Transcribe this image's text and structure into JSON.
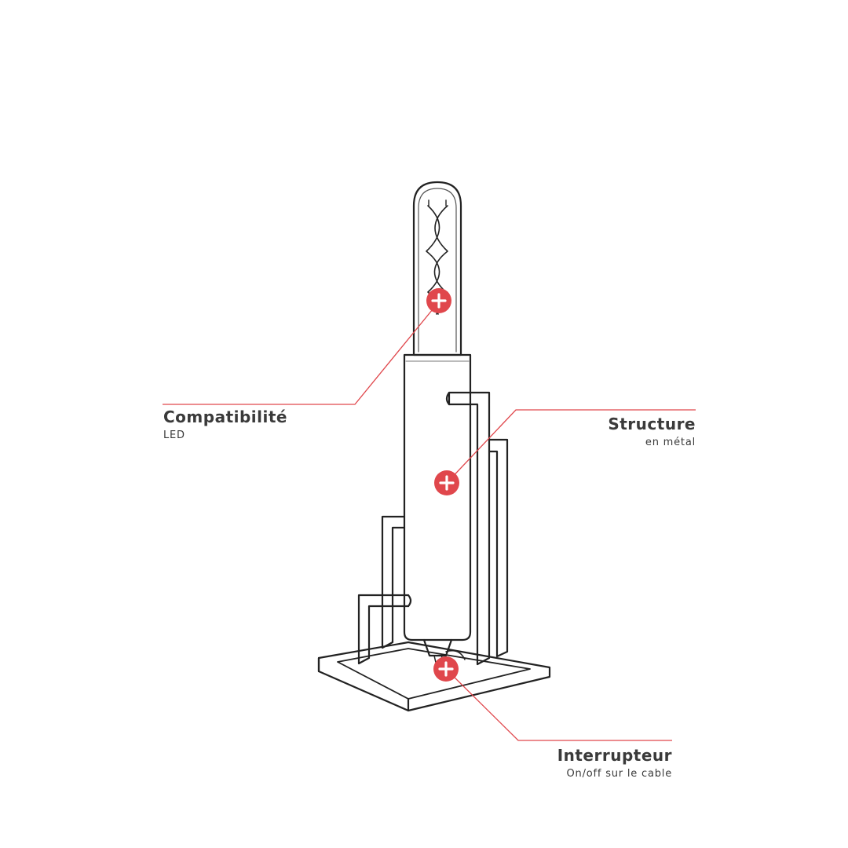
{
  "accent_color": "#e0474c",
  "line_color": "#1a1a1a",
  "callouts": [
    {
      "id": "compatibilite",
      "title": "Compatibilité",
      "subtitle": "LED"
    },
    {
      "id": "structure",
      "title": "Structure",
      "subtitle": "en métal"
    },
    {
      "id": "interrupteur",
      "title": "Interrupteur",
      "subtitle": "On/off sur le cable"
    }
  ],
  "marker_icon": "plus-icon"
}
